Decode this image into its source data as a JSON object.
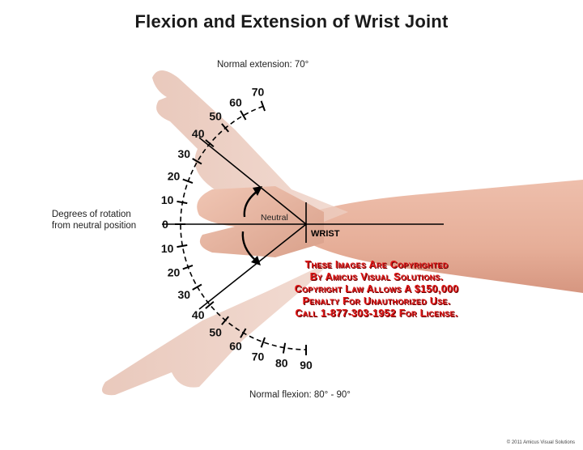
{
  "title": "Flexion and Extension of Wrist Joint",
  "captions": {
    "normal_extension": "Normal extension: 70°",
    "normal_flexion": "Normal flexion: 80° - 90°",
    "side_label_line1": "Degrees of rotation",
    "side_label_line2": "from neutral position",
    "neutral": "Neutral",
    "wrist": "WRIST"
  },
  "extension_scale": {
    "ticks": [
      "0",
      "10",
      "20",
      "30",
      "40",
      "50",
      "60",
      "70"
    ],
    "normal_max_degrees": 70
  },
  "flexion_scale": {
    "ticks": [
      "10",
      "20",
      "30",
      "40",
      "50",
      "60",
      "70",
      "80",
      "90"
    ],
    "normal_range_degrees": [
      80,
      90
    ]
  },
  "copyright_notice": [
    "These Images Are Copyrighted",
    "By Amicus Visual Solutions.",
    "Copyright Law Allows A $150,000",
    "Penalty For Unauthorized Use.",
    "Call 1-877-303-1952 For License."
  ],
  "footer": "© 2011 Amicus Visual Solutions",
  "colors": {
    "skin": "#eab8a4",
    "skin_shadow": "#d99c86",
    "line": "#000000",
    "notice": "#e01818"
  }
}
